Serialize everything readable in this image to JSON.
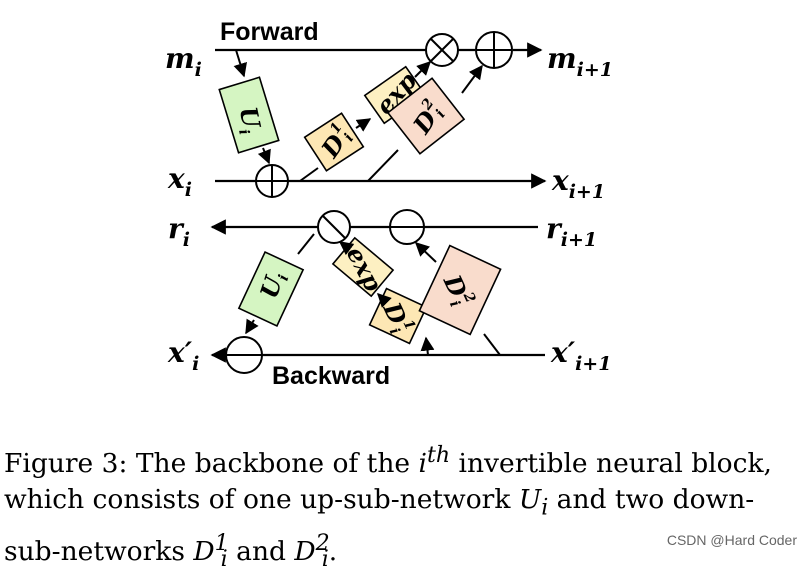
{
  "diagram": {
    "forward_label": "Forward",
    "backward_label": "Backward",
    "m_i": {
      "base": "m",
      "sub": "i"
    },
    "m_next": {
      "base": "m",
      "sub": "i+1"
    },
    "x_i": {
      "base": "x",
      "sub": "i"
    },
    "x_next": {
      "base": "x",
      "sub": "i+1"
    },
    "r_i": {
      "base": "r",
      "sub": "i"
    },
    "r_next": {
      "base": "r",
      "sub": "i+1"
    },
    "xp_i": {
      "base": "x′",
      "sub": "i"
    },
    "xp_next": {
      "base": "x′",
      "sub": "i+1"
    },
    "box_u": {
      "base": "U",
      "sub": "i"
    },
    "box_d1": {
      "base": "D",
      "sup": "1",
      "sub": "i"
    },
    "box_d2": {
      "base": "D",
      "sup": "2",
      "sub": "i"
    },
    "box_exp": "exp",
    "colors": {
      "u_box": "#d5f5c2",
      "exp_box": "#fdf0c2",
      "d1_box": "#fde7b4",
      "d2_box": "#f9dccc"
    }
  },
  "caption": {
    "part1": "Figure 3: The backbone of the ",
    "ith_base": "i",
    "ith_sup": "th",
    "part2": " invertible neural block, which consists of one up-sub-network ",
    "u_base": "U",
    "u_sub": "i",
    "part3": " and two down-sub-networks ",
    "d_base": "D",
    "d1_sup": "1",
    "d_sub": "i",
    "and_text": " and ",
    "d2_sup": "2",
    "d2_sub": "i",
    "end_text": "."
  },
  "watermark": "CSDN @Hard Coder"
}
